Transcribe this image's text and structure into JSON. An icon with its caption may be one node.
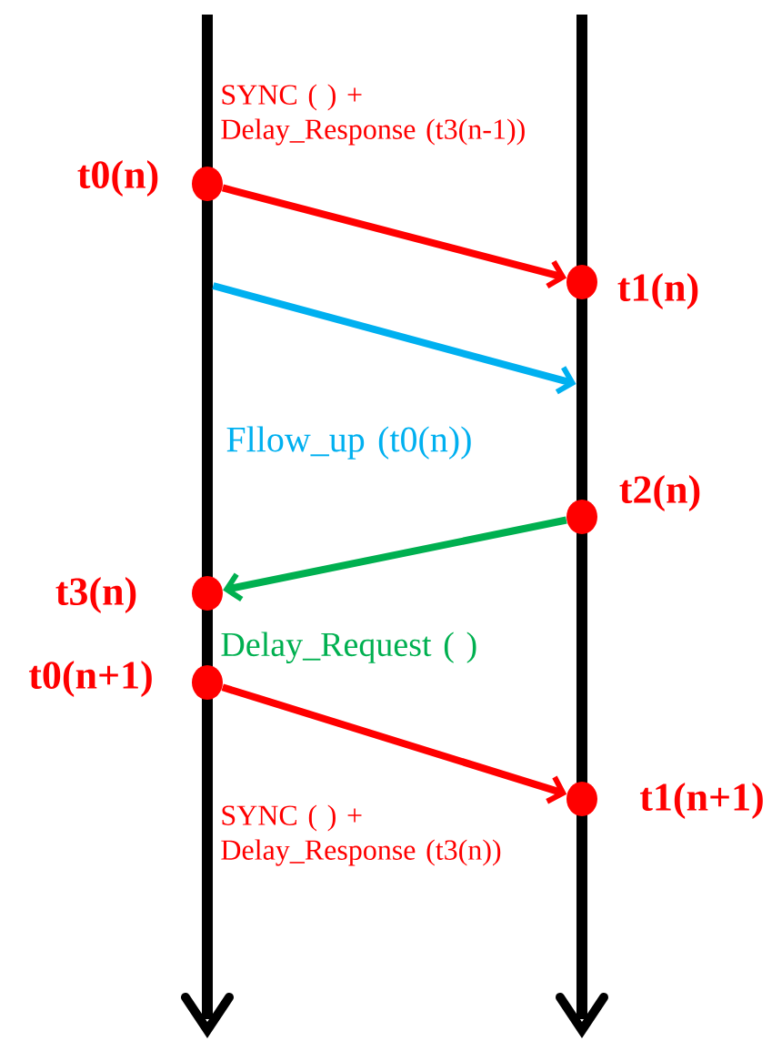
{
  "diagram": {
    "nodes": [
      {
        "text": [],
        "shape": "bar"
      },
      {
        "text": [],
        "shape": "bar"
      },
      {
        "text": [],
        "shape": "circle",
        "beside": [
          "t0(n)"
        ],
        "in": 0
      },
      {
        "text": [],
        "shape": "circle",
        "beside": [
          "t1(n)"
        ],
        "in": 1
      },
      {
        "text": [],
        "shape": "circle",
        "beside": [
          "t2(n)"
        ],
        "in": 1
      },
      {
        "text": [],
        "shape": "circle",
        "beside": [
          "t3(n)"
        ],
        "in": 0
      },
      {
        "text": [],
        "shape": "circle",
        "beside": [
          "t0(n+1)"
        ],
        "in": 0
      },
      {
        "text": [],
        "shape": "circle",
        "beside": [
          "t1(n+1)"
        ],
        "in": 1
      }
    ],
    "edges": [
      {
        "from": 2,
        "to": 3,
        "arrow": "to",
        "label": "SYNC ( ) + Delay_Response (t3(n-1))"
      },
      {
        "from": 0,
        "to": 1,
        "arrow": "to",
        "label": "Fllow_up (t0(n))",
        "color": "#00b0f0"
      },
      {
        "from": 4,
        "to": 5,
        "arrow": "to",
        "label": "Delay_Request ( )",
        "color": "#00b050"
      },
      {
        "from": 6,
        "to": 7,
        "arrow": "to",
        "label": "SYNC ( ) + Delay_Response (t3(n))"
      }
    ]
  }
}
